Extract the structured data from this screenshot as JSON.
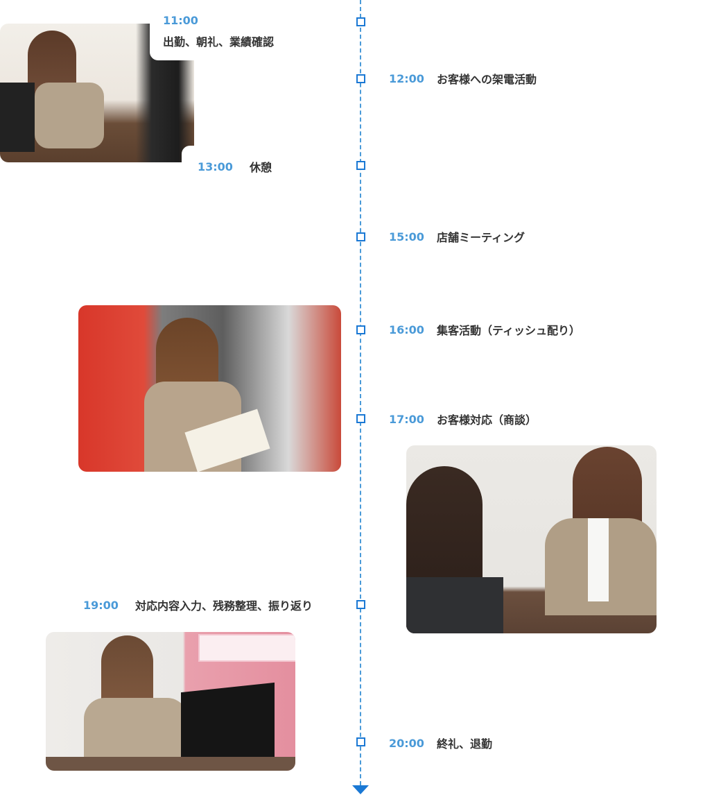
{
  "colors": {
    "accent": "#1a78d4",
    "time": "#4a9ad8",
    "text": "#333333"
  },
  "timeline": {
    "entries": [
      {
        "time": "11:00",
        "label": "出勤、朝礼、業績確認"
      },
      {
        "time": "12:00",
        "label": "お客様への架電活動"
      },
      {
        "time": "13:00",
        "label": "休憩"
      },
      {
        "time": "15:00",
        "label": "店舗ミーティング"
      },
      {
        "time": "16:00",
        "label": "集客活動（ティッシュ配り）"
      },
      {
        "time": "17:00",
        "label": "お客様対応（商談）"
      },
      {
        "time": "19:00",
        "label": "対応内容入力、残務整理、振り返り"
      },
      {
        "time": "20:00",
        "label": "終礼、退勤"
      }
    ],
    "end_icon": "arrow-down-icon"
  },
  "photos": [
    {
      "name": "photo-desk-work",
      "alt": "Employee working at computer desk"
    },
    {
      "name": "photo-flyer-distribution",
      "alt": "Employee holding flyers in front of insurance shop"
    },
    {
      "name": "photo-customer-meeting",
      "alt": "Employee consulting with a customer"
    },
    {
      "name": "photo-data-entry",
      "alt": "Employee entering data at computer"
    }
  ]
}
